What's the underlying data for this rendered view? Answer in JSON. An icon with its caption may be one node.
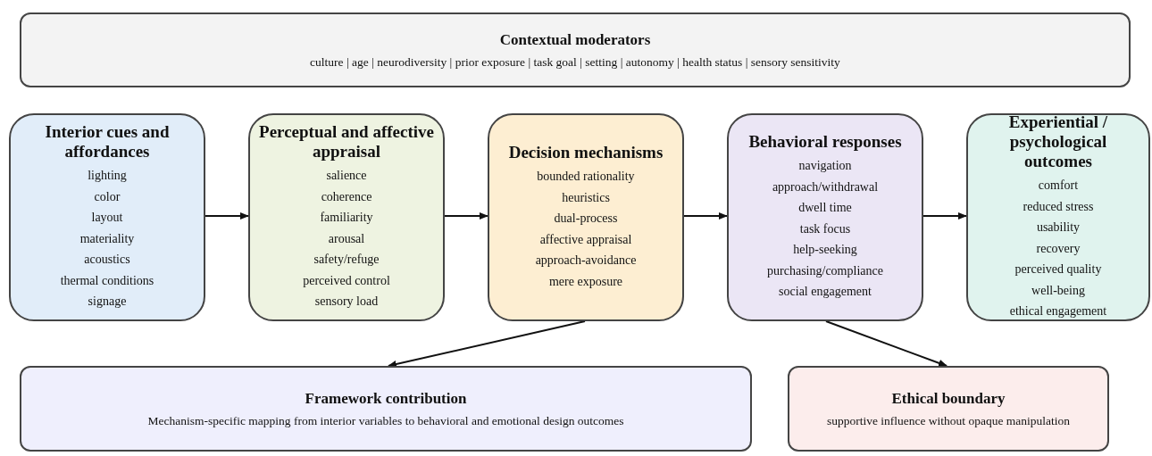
{
  "diagram": {
    "nodes": [
      {
        "text": [
          "Contextual moderators",
          "culture | age | neurodiversity | prior exposure | task goal | setting | autonomy | health status | sensory sensitivity"
        ]
      },
      {
        "text": [
          "Interior cues and affordances",
          "lighting",
          "color",
          "layout",
          "materiality",
          "acoustics",
          "thermal conditions",
          "signage"
        ]
      },
      {
        "text": [
          "Perceptual and affective appraisal",
          "salience",
          "coherence",
          "familiarity",
          "arousal",
          "safety/refuge",
          "perceived control",
          "sensory load"
        ]
      },
      {
        "text": [
          "Decision mechanisms",
          "bounded rationality",
          "heuristics",
          "dual-process",
          "affective appraisal",
          "approach-avoidance",
          "mere exposure"
        ]
      },
      {
        "text": [
          "Behavioral responses",
          "navigation",
          "approach/withdrawal",
          "dwell time",
          "task focus",
          "help-seeking",
          "purchasing/compliance",
          "social engagement"
        ]
      },
      {
        "text": [
          "Experiential / psychological outcomes",
          "comfort",
          "reduced stress",
          "usability",
          "recovery",
          "perceived quality",
          "well-being",
          "ethical engagement"
        ]
      },
      {
        "text": [
          "Framework contribution",
          "Mechanism-specific mapping from interior variables to behavioral and emotional design outcomes"
        ]
      },
      {
        "text": [
          "Ethical boundary",
          "supportive influence without opaque manipulation"
        ]
      }
    ],
    "edges": [
      {
        "from": 1,
        "to": 2,
        "arrow": "to"
      },
      {
        "from": 2,
        "to": 3,
        "arrow": "to"
      },
      {
        "from": 3,
        "to": 4,
        "arrow": "to"
      },
      {
        "from": 4,
        "to": 5,
        "arrow": "to"
      },
      {
        "from": 3,
        "to": 6,
        "arrow": "to"
      },
      {
        "from": 4,
        "to": 7,
        "arrow": "to"
      }
    ]
  }
}
